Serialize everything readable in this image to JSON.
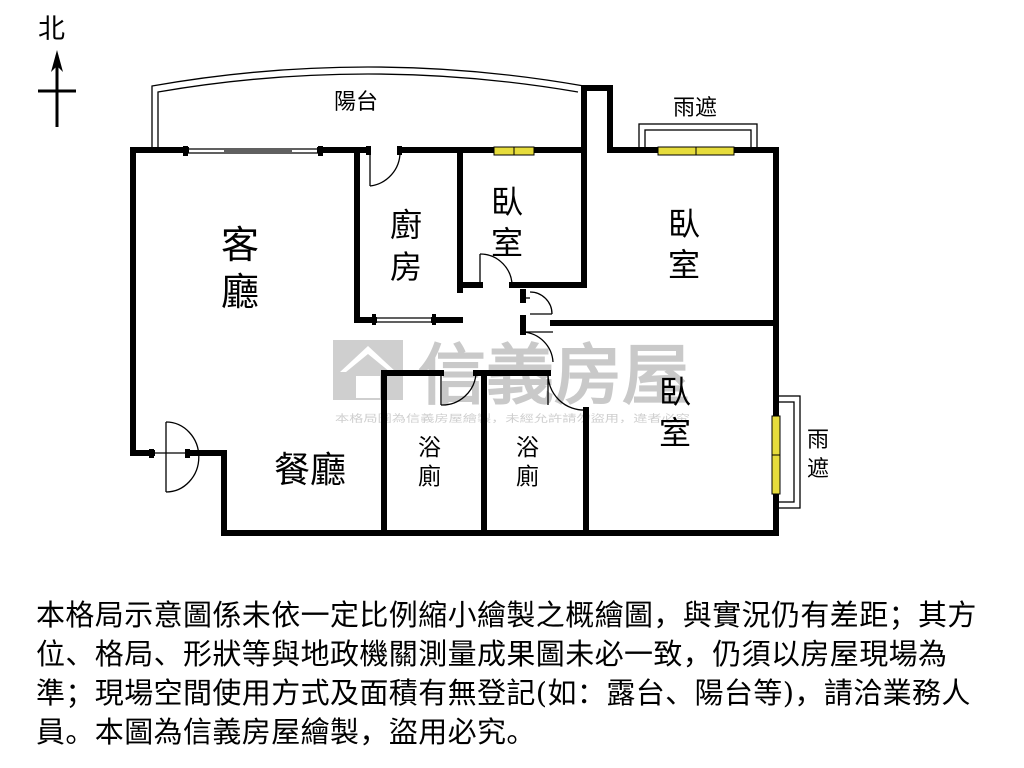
{
  "compass": {
    "label": "北"
  },
  "rooms": {
    "balcony": "陽台",
    "canopy_top": "雨遮",
    "living_line1": "客",
    "living_line2": "廳",
    "kitchen_line1": "廚",
    "kitchen_line2": "房",
    "bedroom_small_line1": "臥",
    "bedroom_small_line2": "室",
    "bedroom_ne_line1": "臥",
    "bedroom_ne_line2": "室",
    "bedroom_se_line1": "臥",
    "bedroom_se_line2": "室",
    "bath1_line1": "浴",
    "bath1_line2": "廁",
    "bath2_line1": "浴",
    "bath2_line2": "廁",
    "dining": "餐廳",
    "canopy_right_line1": "雨",
    "canopy_right_line2": "遮"
  },
  "watermark": {
    "brand": "信義房屋",
    "notice": "本格局圖為信義房屋繪製，未經允許請勿盜用，違者必究",
    "logo_color": "#c9c9c9"
  },
  "colors": {
    "wall": "#000000",
    "window_fill": "#e6dc3c"
  },
  "disclaimer": "本格局示意圖係未依一定比例縮小繪製之概繪圖，與實況仍有差距；其方位、格局、形狀等與地政機關測量成果圖未必一致，仍須以房屋現場為準；現場空間使用方式及面積有無登記(如：露台、陽台等)，請洽業務人員。本圖為信義房屋繪製，盜用必究。"
}
